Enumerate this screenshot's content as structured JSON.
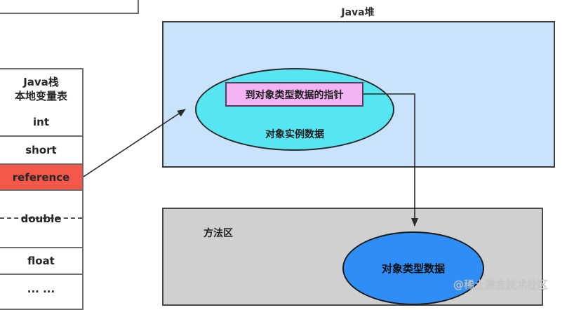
{
  "stack": {
    "header_line1": "Java栈",
    "header_line2": "本地变量表",
    "cells": [
      "int",
      "short",
      "reference",
      "double",
      "float",
      "... ..."
    ]
  },
  "heap": {
    "title": "Java堆",
    "pointer_label": "到对象类型数据的指针",
    "instance_label": "对象实例数据"
  },
  "method_area": {
    "title": "方法区",
    "type_label": "对象类型数据"
  },
  "watermark": "@稀土掘金技术社区",
  "colors": {
    "reference_cell": "#f4584a",
    "heap_bg": "#c9e3fc",
    "instance_ellipse": "#55e6f2",
    "pointer_box": "#f2b3f5",
    "method_bg": "#d0d0d0",
    "type_ellipse": "#2f8ef5"
  }
}
